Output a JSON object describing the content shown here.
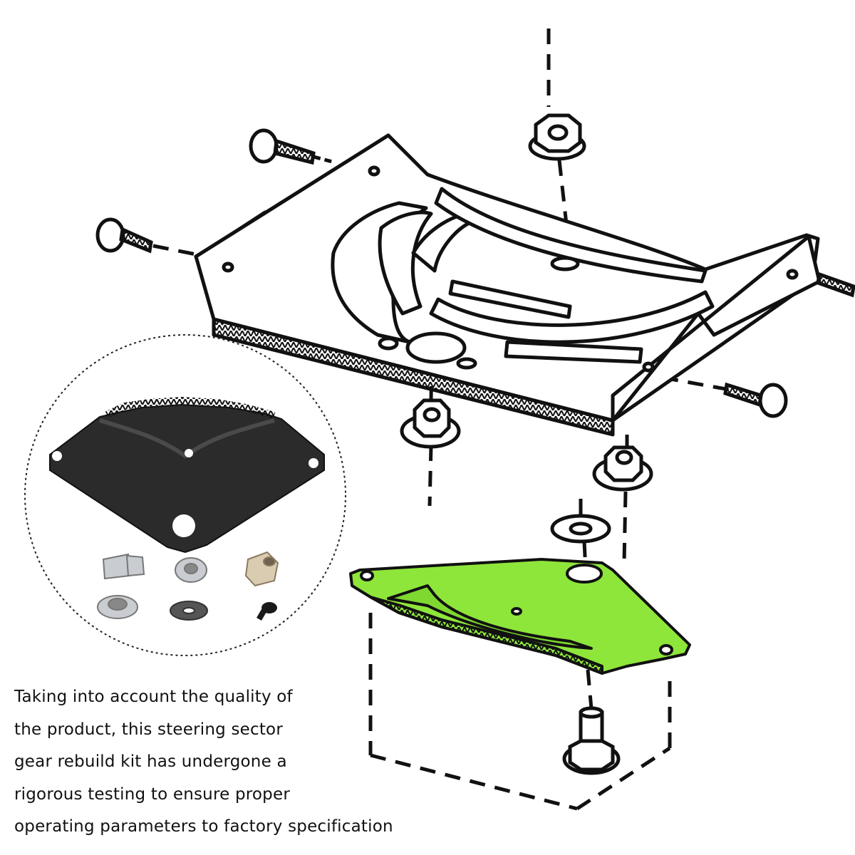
{
  "caption": {
    "lines": [
      "Taking into account the quality of",
      "the product, this steering sector",
      "gear rebuild kit has undergone a",
      "rigorous testing to ensure proper",
      "operating parameters to factory specification"
    ]
  },
  "colors": {
    "line_art": "#111111",
    "highlight": "#8ee63a",
    "kit_plate": "#2b2b2b",
    "hardware": "#c9ccd0"
  },
  "icons": [
    "support-bracket",
    "sector-gear",
    "flange-nut",
    "hex-bolt",
    "washer",
    "bushing",
    "screw"
  ]
}
